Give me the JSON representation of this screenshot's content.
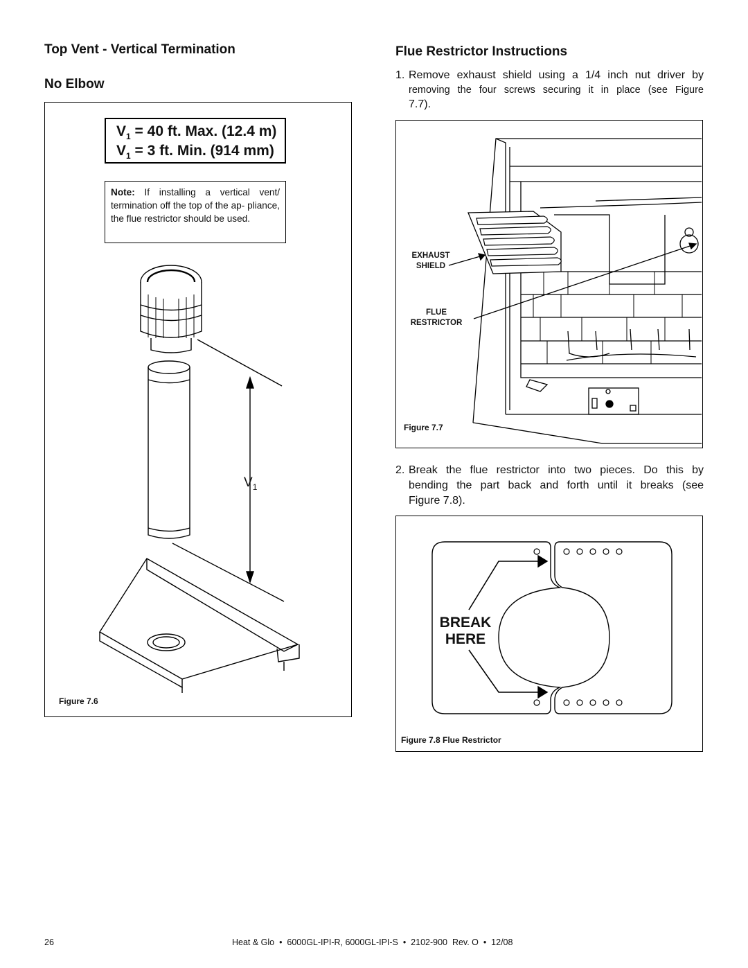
{
  "left": {
    "title": "Top Vent - Vertical Termination",
    "subtitle": "No Elbow",
    "spec": {
      "var": "V",
      "sub": "1",
      "max_text": "= 40 ft. Max. (12.4 m)",
      "min_text": "= 3 ft. Min. (914 mm)"
    },
    "note": {
      "label": "Note:",
      "text": "If installing a vertical vent/ termination off the top of the ap- pliance, the flue restrictor should be used."
    },
    "dim_label": "V",
    "dim_sub": "1",
    "figure_caption": "Figure 7.6"
  },
  "right": {
    "title": "Flue Restrictor Instructions",
    "step1": {
      "num": "1.",
      "text_a": "Remove exhaust shield using a 1/4 inch nut driver by",
      "text_b": "removing the four screws securing it in place (see Figure",
      "text_c": "7.7)."
    },
    "fig77": {
      "callout_exhaust_1": "EXHAUST",
      "callout_exhaust_2": "SHIELD",
      "callout_flue_1": "FLUE",
      "callout_flue_2": "RESTRICTOR",
      "caption": "Figure 7.7"
    },
    "step2": {
      "num": "2.",
      "text_a": "Break the flue restrictor into two pieces. Do this by",
      "text_b": "bending the part back and forth until it breaks (see",
      "text_c": "Figure 7.8)."
    },
    "fig78": {
      "break_1": "BREAK",
      "break_2": "HERE",
      "caption": "Figure 7.8  Flue Restrictor"
    }
  },
  "footer": {
    "page_number": "26",
    "text": "Heat & Glo  •  6000GL-IPI-R, 6000GL-IPI-S  •  2102-900  Rev. O  •  12/08"
  }
}
